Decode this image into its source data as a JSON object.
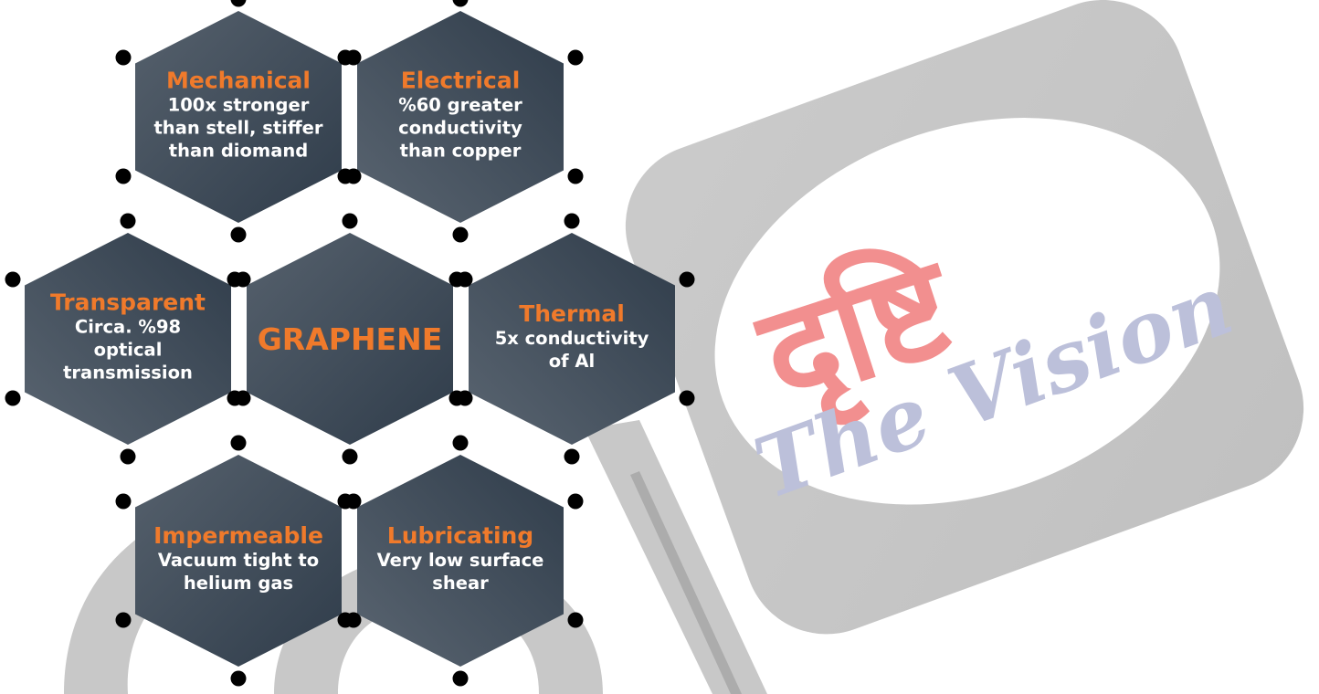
{
  "colors": {
    "hex_fill_dark": "#33414f",
    "hex_fill_light": "#56616d",
    "title_orange": "#f07a2b",
    "body_white": "#ffffff",
    "node_black": "#000000",
    "watermark_gray": "#c4c4c4",
    "watermark_red": "#f28a8a",
    "watermark_blue": "#b9bdd9"
  },
  "diagram": {
    "center": {
      "title": "GRAPHENE"
    },
    "properties": [
      {
        "title": "Mechanical",
        "lines": [
          "100x stronger",
          "than stell, stiffer",
          "than diomand"
        ]
      },
      {
        "title": "Electrical",
        "lines": [
          "%60 greater",
          "conductivity",
          "than copper"
        ]
      },
      {
        "title": "Transparent",
        "lines": [
          "Circa. %98",
          "optical",
          "transmission"
        ]
      },
      {
        "title": "Thermal",
        "lines": [
          "5x conductivity",
          "of Al"
        ]
      },
      {
        "title": "Impermeable",
        "lines": [
          "Vacuum tight to",
          "helium gas"
        ]
      },
      {
        "title": "Lubricating",
        "lines": [
          "Very low surface",
          "shear"
        ]
      }
    ]
  },
  "watermark": {
    "logo_devanagari": "दृष्टि",
    "logo_text": "The Vision"
  }
}
